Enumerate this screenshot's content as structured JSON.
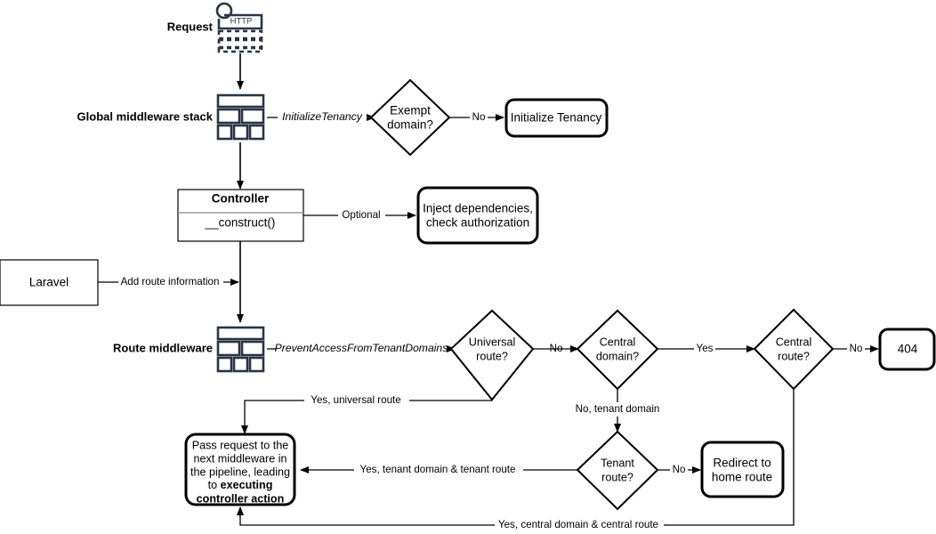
{
  "diagram": {
    "title": "Laravel multi-tenancy request lifecycle flowchart",
    "colors": {
      "stroke": "#000000",
      "icon": "#2b3445",
      "background": "#ffffff"
    },
    "side_labels": {
      "request": "Request",
      "global_middleware_stack": "Global middleware stack",
      "route_middleware": "Route middleware"
    },
    "icons": {
      "http_request": "http-request-icon",
      "global_stack": "middleware-stack-icon",
      "route_stack": "middleware-stack-icon",
      "http_label": "HTTP"
    },
    "nodes": {
      "exempt_domain": "Exempt\ndomain?",
      "exempt_domain_line1": "Exempt",
      "exempt_domain_line2": "domain?",
      "initialize_tenancy": "Initialize Tenancy",
      "controller_title": "Controller",
      "controller_method": "__construct()",
      "inject_deps_line1": "Inject dependencies,",
      "inject_deps_line2": "check authorization",
      "laravel": "Laravel",
      "universal_route_line1": "Universal",
      "universal_route_line2": "route?",
      "central_domain_line1": "Central",
      "central_domain_line2": "domain?",
      "central_route_line1": "Central",
      "central_route_line2": "route?",
      "not_found": "404",
      "tenant_route_line1": "Tenant",
      "tenant_route_line2": "route?",
      "redirect_home_line1": "Redirect to",
      "redirect_home_line2": "home route",
      "pass_request_line1": "Pass request to the",
      "pass_request_line2": "next middleware in",
      "pass_request_line3": "the pipeline, leading",
      "pass_request_line4": "to ",
      "pass_request_bold1": "executing",
      "pass_request_bold2": "controller action"
    },
    "edge_labels": {
      "initialize_tenancy": "InitializeTenancy",
      "exempt_no": "No",
      "optional": "Optional",
      "add_route_information": "Add route information",
      "prevent_access": "PreventAccessFromTenantDomains",
      "universal_no": "No",
      "central_domain_yes": "Yes",
      "central_route_no": "No",
      "no_tenant_domain": "No, tenant domain",
      "tenant_route_no": "No",
      "yes_universal_route": "Yes, universal route",
      "yes_tenant_domain_tenant_route": "Yes, tenant domain & tenant route",
      "yes_central_domain_central_route": "Yes, central domain & central route"
    }
  }
}
